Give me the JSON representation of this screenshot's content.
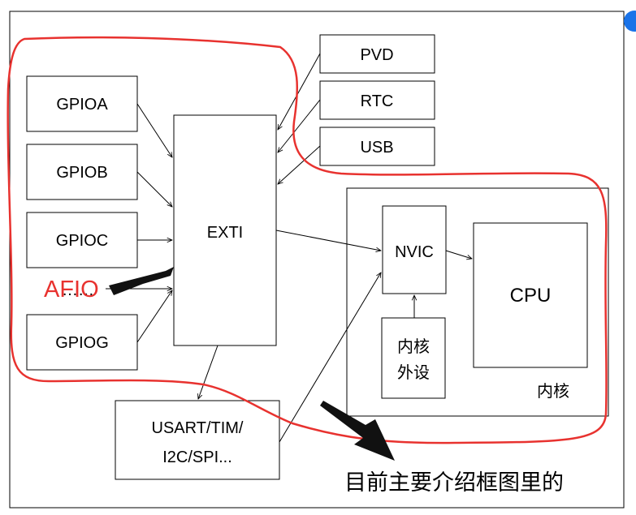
{
  "colors": {
    "annotation_red": "#e8322f",
    "badge_blue": "#1a73e8",
    "ink": "#000000"
  },
  "nodes": {
    "gpioa": "GPIOA",
    "gpiob": "GPIOB",
    "gpioc": "GPIOC",
    "gpio_dots": "……",
    "gpiog": "GPIOG",
    "exti": "EXTI",
    "pvd": "PVD",
    "rtc": "RTC",
    "usb": "USB",
    "nvic": "NVIC",
    "cpu": "CPU",
    "core_periph_line1": "内核",
    "core_periph_line2": "外设",
    "core_label": "内核",
    "periph_line1": "USART/TIM/",
    "periph_line2": "I2C/SPI..."
  },
  "annotations": {
    "afio": "AFIO",
    "note": "目前主要介绍框图里的"
  }
}
